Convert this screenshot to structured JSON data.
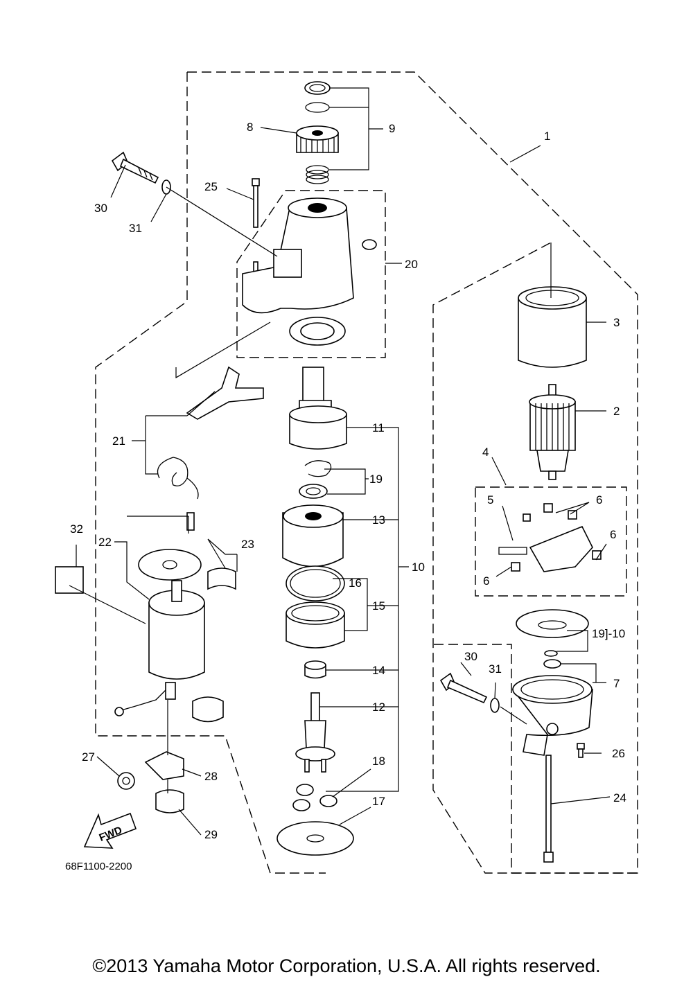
{
  "diagram_code": "68F1100-2200",
  "direction_label": "FWD",
  "copyright": "©2013 Yamaha Motor Corporation, U.S.A. All rights reserved.",
  "callouts": {
    "c1": "1",
    "c2": "2",
    "c3": "3",
    "c4": "4",
    "c5": "5",
    "c6a": "6",
    "c6b": "6",
    "c6c": "6",
    "c7": "7",
    "c8": "8",
    "c9": "9",
    "c10a": "10",
    "c10b": "19]-10",
    "c11": "11",
    "c12": "12",
    "c13": "13",
    "c14": "14",
    "c15": "15",
    "c16": "16",
    "c17": "17",
    "c18": "18",
    "c19": "19",
    "c20": "20",
    "c21": "21",
    "c22": "22",
    "c23": "23",
    "c24": "24",
    "c25": "25",
    "c26": "26",
    "c27": "27",
    "c28": "28",
    "c29": "29",
    "c30a": "30",
    "c30b": "30",
    "c31a": "31",
    "c31b": "31",
    "c32": "32"
  }
}
